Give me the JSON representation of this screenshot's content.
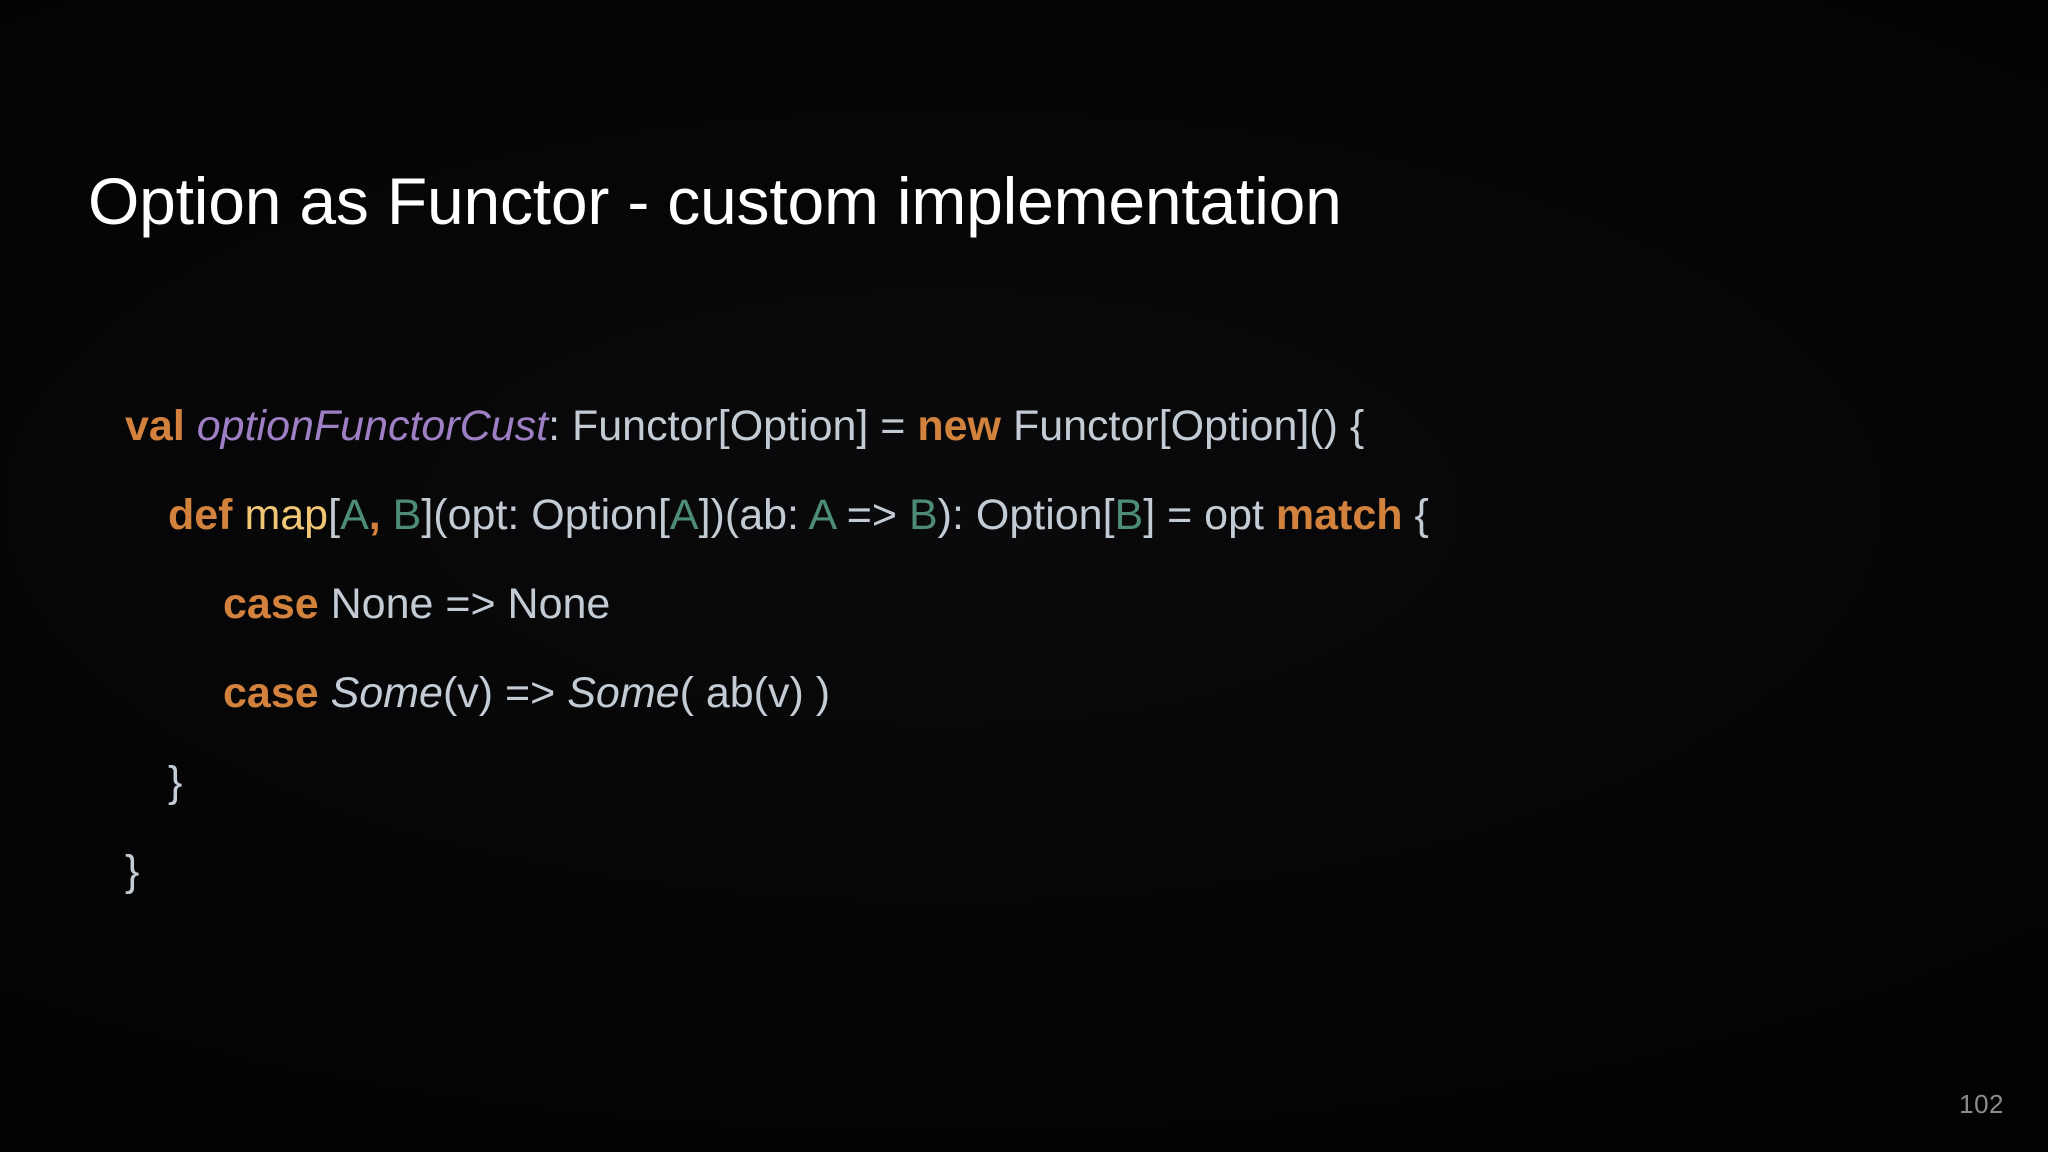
{
  "slide": {
    "title": "Option as Functor - custom implementation",
    "page_number": "102",
    "background_color": "#000000",
    "title_color": "#ffffff",
    "page_number_color": "#8b8b8b"
  },
  "palette": {
    "plain": "#c3cbd4",
    "keyword": "#d2823c",
    "identifier": "#9f7fc4",
    "function": "#f1c776",
    "type_param": "#4d8c78"
  },
  "code": {
    "language": "scala",
    "full_text": "val optionFunctorCust: Functor[Option] = new Functor[Option]() {\n  def map[A, B](opt: Option[A])(ab: A => B): Option[B] = opt match {\n    case None => None\n    case Some(v) => Some( ab(v) )\n  }\n}",
    "lines": [
      {
        "indent": 0,
        "tokens": [
          {
            "t": "val",
            "c": "keyword"
          },
          {
            "t": " ",
            "c": "plain"
          },
          {
            "t": "optionFunctorCust",
            "c": "identifier"
          },
          {
            "t": ": Functor[Option] = ",
            "c": "plain"
          },
          {
            "t": "new",
            "c": "keyword"
          },
          {
            "t": " Functor[Option]() {",
            "c": "plain"
          }
        ]
      },
      {
        "indent": 1,
        "tokens": [
          {
            "t": "def",
            "c": "keyword"
          },
          {
            "t": " ",
            "c": "plain"
          },
          {
            "t": "map",
            "c": "function"
          },
          {
            "t": "[",
            "c": "plain"
          },
          {
            "t": "A",
            "c": "type_param"
          },
          {
            "t": ",",
            "c": "keyword"
          },
          {
            "t": " ",
            "c": "plain"
          },
          {
            "t": "B",
            "c": "type_param"
          },
          {
            "t": "](opt: Option[",
            "c": "plain"
          },
          {
            "t": "A",
            "c": "type_param"
          },
          {
            "t": "])(ab: ",
            "c": "plain"
          },
          {
            "t": "A",
            "c": "type_param"
          },
          {
            "t": " => ",
            "c": "plain"
          },
          {
            "t": "B",
            "c": "type_param"
          },
          {
            "t": "): Option[",
            "c": "plain"
          },
          {
            "t": "B",
            "c": "type_param"
          },
          {
            "t": "] = opt ",
            "c": "plain"
          },
          {
            "t": "match",
            "c": "keyword"
          },
          {
            "t": " {",
            "c": "plain"
          }
        ]
      },
      {
        "indent": 2,
        "tokens": [
          {
            "t": "case",
            "c": "keyword"
          },
          {
            "t": " None => None",
            "c": "plain"
          }
        ]
      },
      {
        "indent": 2,
        "tokens": [
          {
            "t": "case",
            "c": "keyword"
          },
          {
            "t": " ",
            "c": "plain"
          },
          {
            "t": "Some",
            "c": "italic"
          },
          {
            "t": "(v) => ",
            "c": "plain"
          },
          {
            "t": "Some",
            "c": "italic"
          },
          {
            "t": "( ab(v) )",
            "c": "plain"
          }
        ]
      },
      {
        "indent": 1,
        "tokens": [
          {
            "t": "}",
            "c": "plain"
          }
        ]
      },
      {
        "indent": 0,
        "tokens": [
          {
            "t": "}",
            "c": "plain"
          }
        ]
      }
    ]
  }
}
